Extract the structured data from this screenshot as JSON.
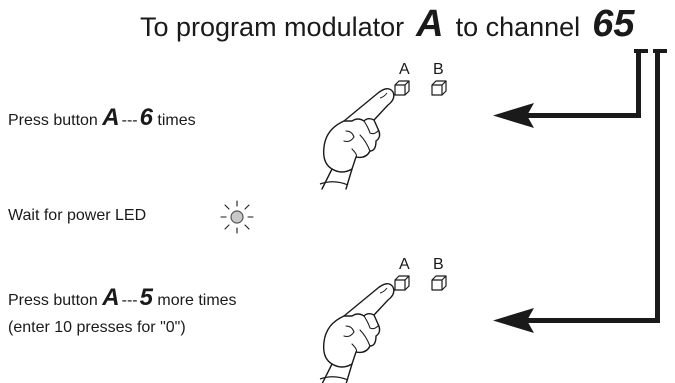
{
  "title": {
    "prefix": "To program modulator",
    "modulator": "A",
    "middle": "to channel",
    "digit1": "6",
    "digit2": "5"
  },
  "steps": [
    {
      "prefix": "Press button",
      "button": "A",
      "dash": "---",
      "count": "6",
      "suffix": "times"
    },
    {
      "text": "Wait for power LED"
    },
    {
      "prefix": "Press button",
      "button": "A",
      "dash": "---",
      "count": "5",
      "suffix": "more times",
      "note": "(enter 10 presses for \"0\")"
    }
  ],
  "buttons": {
    "a_label": "A",
    "b_label": "B"
  },
  "icons": [
    "hand-pointing-icon",
    "cube-button-icon",
    "led-blink-icon",
    "arrow-left-icon"
  ]
}
